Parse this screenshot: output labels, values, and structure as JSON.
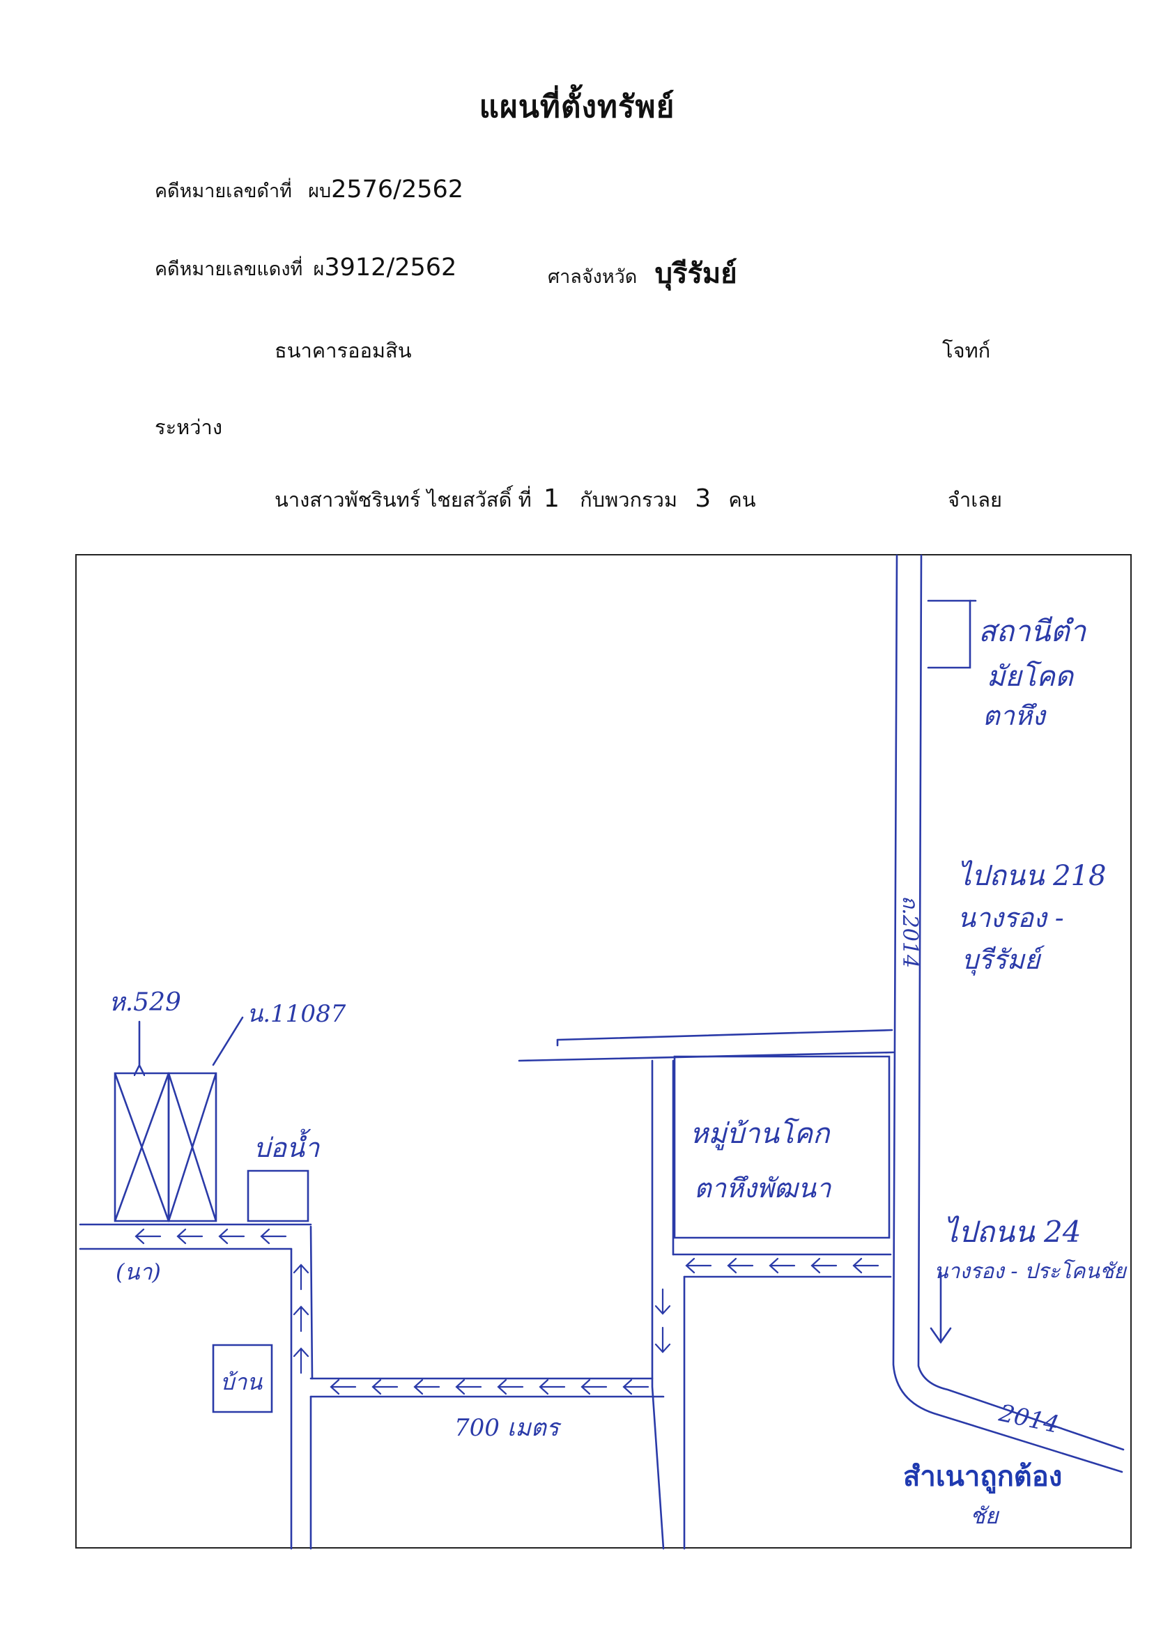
{
  "document": {
    "title": "แผนที่ตั้งทรัพย์",
    "black_case_label": "คดีหมายเลขดำที่",
    "black_case_prefix": "ผบ",
    "black_case_number": "2576/2562",
    "red_case_label": "คดีหมายเลขแดงที่",
    "red_case_prefix": "ผ",
    "red_case_number": "3912/2562",
    "court_label": "ศาลจังหวัด",
    "court_name": "บุรีรัมย์",
    "plaintiff_name": "ธนาคารออมสิน",
    "plaintiff_role": "โจทก์",
    "between_label": "ระหว่าง",
    "defendant_name": "นางสาวพัชรินทร์ ไชยสวัสดิ์ ที่",
    "defendant_index": "1",
    "defendant_group_label": "กับพวกรวม",
    "defendant_count": "3",
    "defendant_count_unit": "คน",
    "defendant_role": "จำเลย"
  },
  "map": {
    "annotations": {
      "police_station_line1": "สถานีตำ",
      "police_station_line2": "มัยโคด",
      "police_station_line3": "ตาหึง",
      "to_218_line1": "ไปถนน 218",
      "to_218_line2": "นางรอง -",
      "to_218_line3": "บุรีรัมย์",
      "to_24_line1": "ไปถนน 24",
      "to_24_line2": "นางรอง - ประโคนชัย",
      "village_line1": "หมู่บ้านโคก",
      "village_line2": "ตาหึงพัฒนา",
      "deed_1": "ห.529",
      "deed_2": "น.11087",
      "well": "บ่อน้ำ",
      "field": "(นา)",
      "house": "บ้าน",
      "distance": "700 เมตร",
      "road_vertical": "ถ.2014",
      "road_diagonal": "2014"
    },
    "stamp": {
      "text": "สำเนาถูกต้อง",
      "signature": "ชัย"
    },
    "colors": {
      "ink": "#2a3aa8",
      "stamp": "#1f3ab0"
    }
  }
}
